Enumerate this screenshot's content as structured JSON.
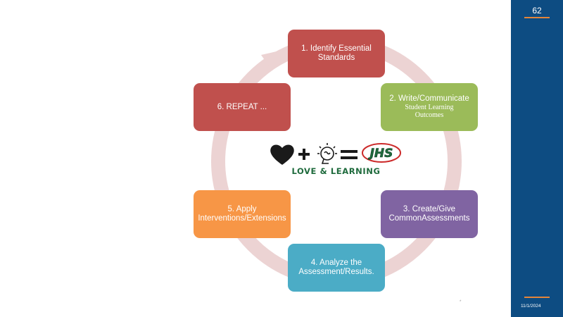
{
  "slide": {
    "page_number": "62",
    "footer_date": "11/1/2024",
    "footer_mark": "*"
  },
  "cycle": {
    "steps": [
      {
        "line1": "1. Identify Essential",
        "line2": "Standards",
        "color": "#c0504d"
      },
      {
        "line1": "2. Write/Communicate",
        "line2": "Student Learning",
        "line3": "Outcomes",
        "color": "#9bbb59"
      },
      {
        "line1": "3.  Create/Give",
        "line2": "CommonAssessments",
        "color": "#8064a2"
      },
      {
        "line1": "4.  Analyze the",
        "line2": "Assessment/Results.",
        "color": "#4bacc6"
      },
      {
        "line1": "5.  Apply",
        "line2": "Interventions/Extensions",
        "color": "#f79646"
      },
      {
        "line1": "6.  REPEAT ...",
        "color": "#c0504d"
      }
    ]
  },
  "logo": {
    "badge_text": "JHS",
    "caption": "LOVE & LEARNING",
    "icons": [
      "heart-icon",
      "plus-icon",
      "brain-idea-icon",
      "equals-icon",
      "jhs-badge"
    ]
  },
  "colors": {
    "sidebar": "#0d4c82",
    "accent_rule": "#e4853a",
    "ring": "#ecd3d3",
    "logo_green": "#1f6b3d",
    "badge_ring": "#cc2a2a"
  }
}
